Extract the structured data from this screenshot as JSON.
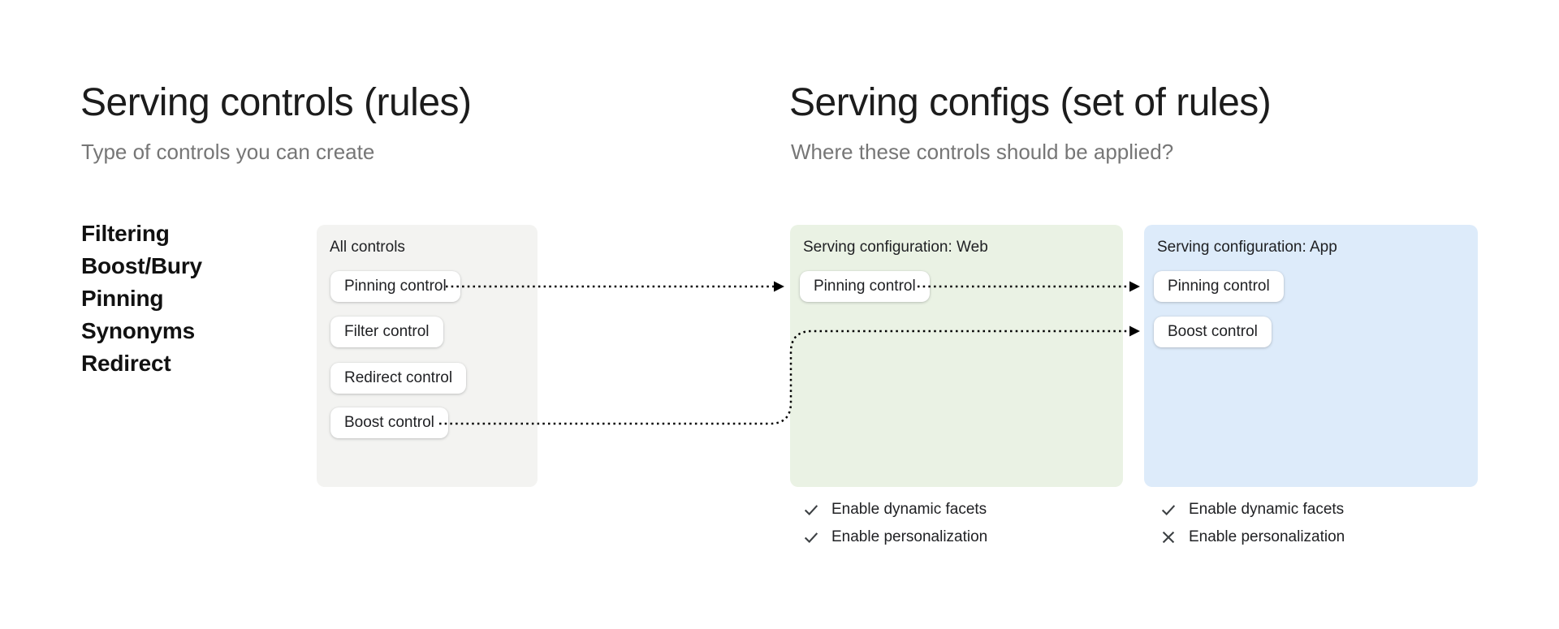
{
  "left_section": {
    "title": "Serving controls (rules)",
    "subtitle": "Type of controls you can create",
    "control_types": [
      "Filtering",
      "Boost/Bury",
      "Pinning",
      "Synonyms",
      "Redirect"
    ],
    "all_controls_card": {
      "label": "All controls",
      "buttons": [
        "Pinning control",
        "Filter control",
        "Redirect control",
        "Boost control"
      ]
    }
  },
  "right_section": {
    "title": "Serving configs (set of rules)",
    "subtitle": "Where these controls should be applied?",
    "web_config": {
      "label": "Serving configuration: Web",
      "buttons": [
        "Pinning control"
      ],
      "features": [
        {
          "label": "Enable dynamic facets",
          "status": "enabled",
          "icon": "check-icon"
        },
        {
          "label": "Enable personalization",
          "status": "enabled",
          "icon": "check-icon"
        }
      ]
    },
    "app_config": {
      "label": "Serving configuration: App",
      "buttons": [
        "Pinning control",
        "Boost control"
      ],
      "features": [
        {
          "label": "Enable dynamic facets",
          "status": "enabled",
          "icon": "check-icon"
        },
        {
          "label": "Enable personalization",
          "status": "disabled",
          "icon": "cross-icon"
        }
      ]
    }
  },
  "connections": [
    {
      "from": "all-controls-card.Pinning control",
      "to": "web-config-card.Pinning control",
      "style": "dotted-arrow"
    },
    {
      "from": "web-config-card.Pinning control",
      "to": "app-config-card.Pinning control",
      "style": "dotted-arrow"
    },
    {
      "from": "all-controls-card.Boost control",
      "to": "app-config-card.Boost control",
      "style": "dotted-arrow"
    }
  ],
  "colors": {
    "page_background": "#ffffff",
    "title_text": "#1c1c1c",
    "subtitle_text": "#767676",
    "body_text": "#202124",
    "all_controls_card_bg": "#f3f3f1",
    "web_card_bg": "#eaf2e4",
    "app_card_bg": "#ddebfa",
    "pill_bg": "#ffffff",
    "arrow": "#000000",
    "feature_icon": "#3c4043"
  }
}
